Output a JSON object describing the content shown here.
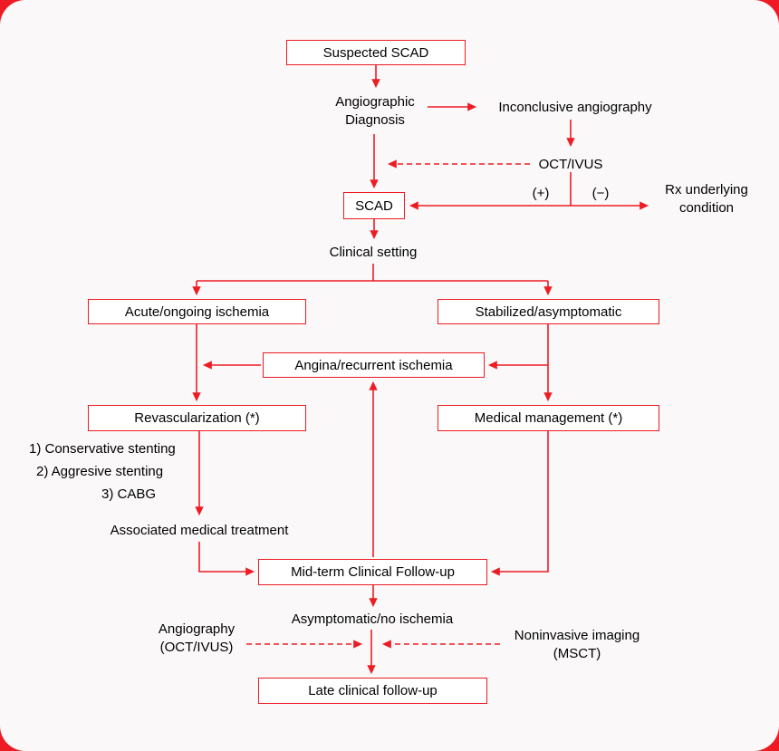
{
  "palette": {
    "red": "#ed1c24",
    "text": "#000000",
    "background": "#faf8f8",
    "box_fill": "#ffffff"
  },
  "boxes": {
    "suspected_scad": "Suspected SCAD",
    "scad": "SCAD",
    "acute_ischemia": "Acute/ongoing ischemia",
    "stabilized": "Stabilized/asymptomatic",
    "angina_recurrent": "Angina/recurrent ischemia",
    "revascularization": "Revascularization (*)",
    "medical_management": "Medical management (*)",
    "midterm_followup": "Mid-term Clinical Follow-up",
    "late_followup": "Late clinical follow-up"
  },
  "labels": {
    "angiographic_diagnosis_line1": "Angiographic",
    "angiographic_diagnosis_line2": "Diagnosis",
    "inconclusive_angiography": "Inconclusive angiography",
    "oct_ivus": "OCT/IVUS",
    "positive": "(+)",
    "negative": "(−)",
    "rx_underlying_line1": "Rx underlying",
    "rx_underlying_line2": "condition",
    "clinical_setting": "Clinical setting",
    "revasc_option_1": "1) Conservative stenting",
    "revasc_option_2": "2)  Aggresive stenting",
    "revasc_option_3": "3) CABG",
    "associated_treatment": "Associated medical treatment",
    "asymptomatic": "Asymptomatic/no ischemia",
    "angiography_line1": "Angiography",
    "angiography_line2": "(OCT/IVUS)",
    "noninvasive_line1": "Noninvasive imaging",
    "noninvasive_line2": "(MSCT)"
  }
}
